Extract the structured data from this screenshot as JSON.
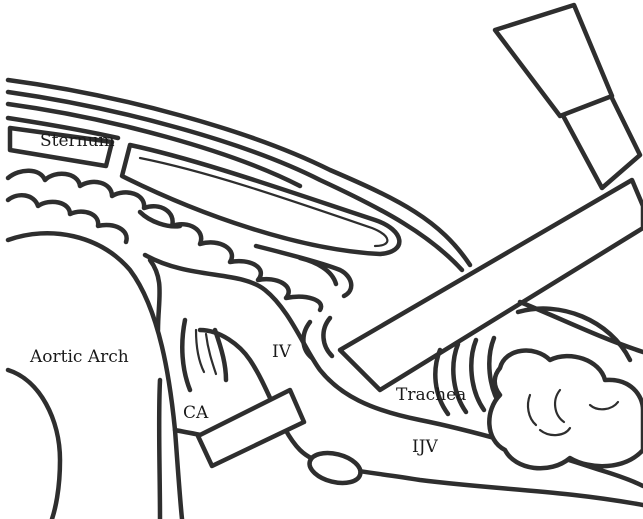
{
  "diagram": {
    "labels": {
      "sternum": "Sternum",
      "aortic_arch": "Aortic Arch",
      "iv": "IV",
      "ca": "CA",
      "trachea": "Trachea",
      "ijv": "IJV"
    },
    "line_color": "#2e2e2e",
    "background": "#ffffff"
  }
}
